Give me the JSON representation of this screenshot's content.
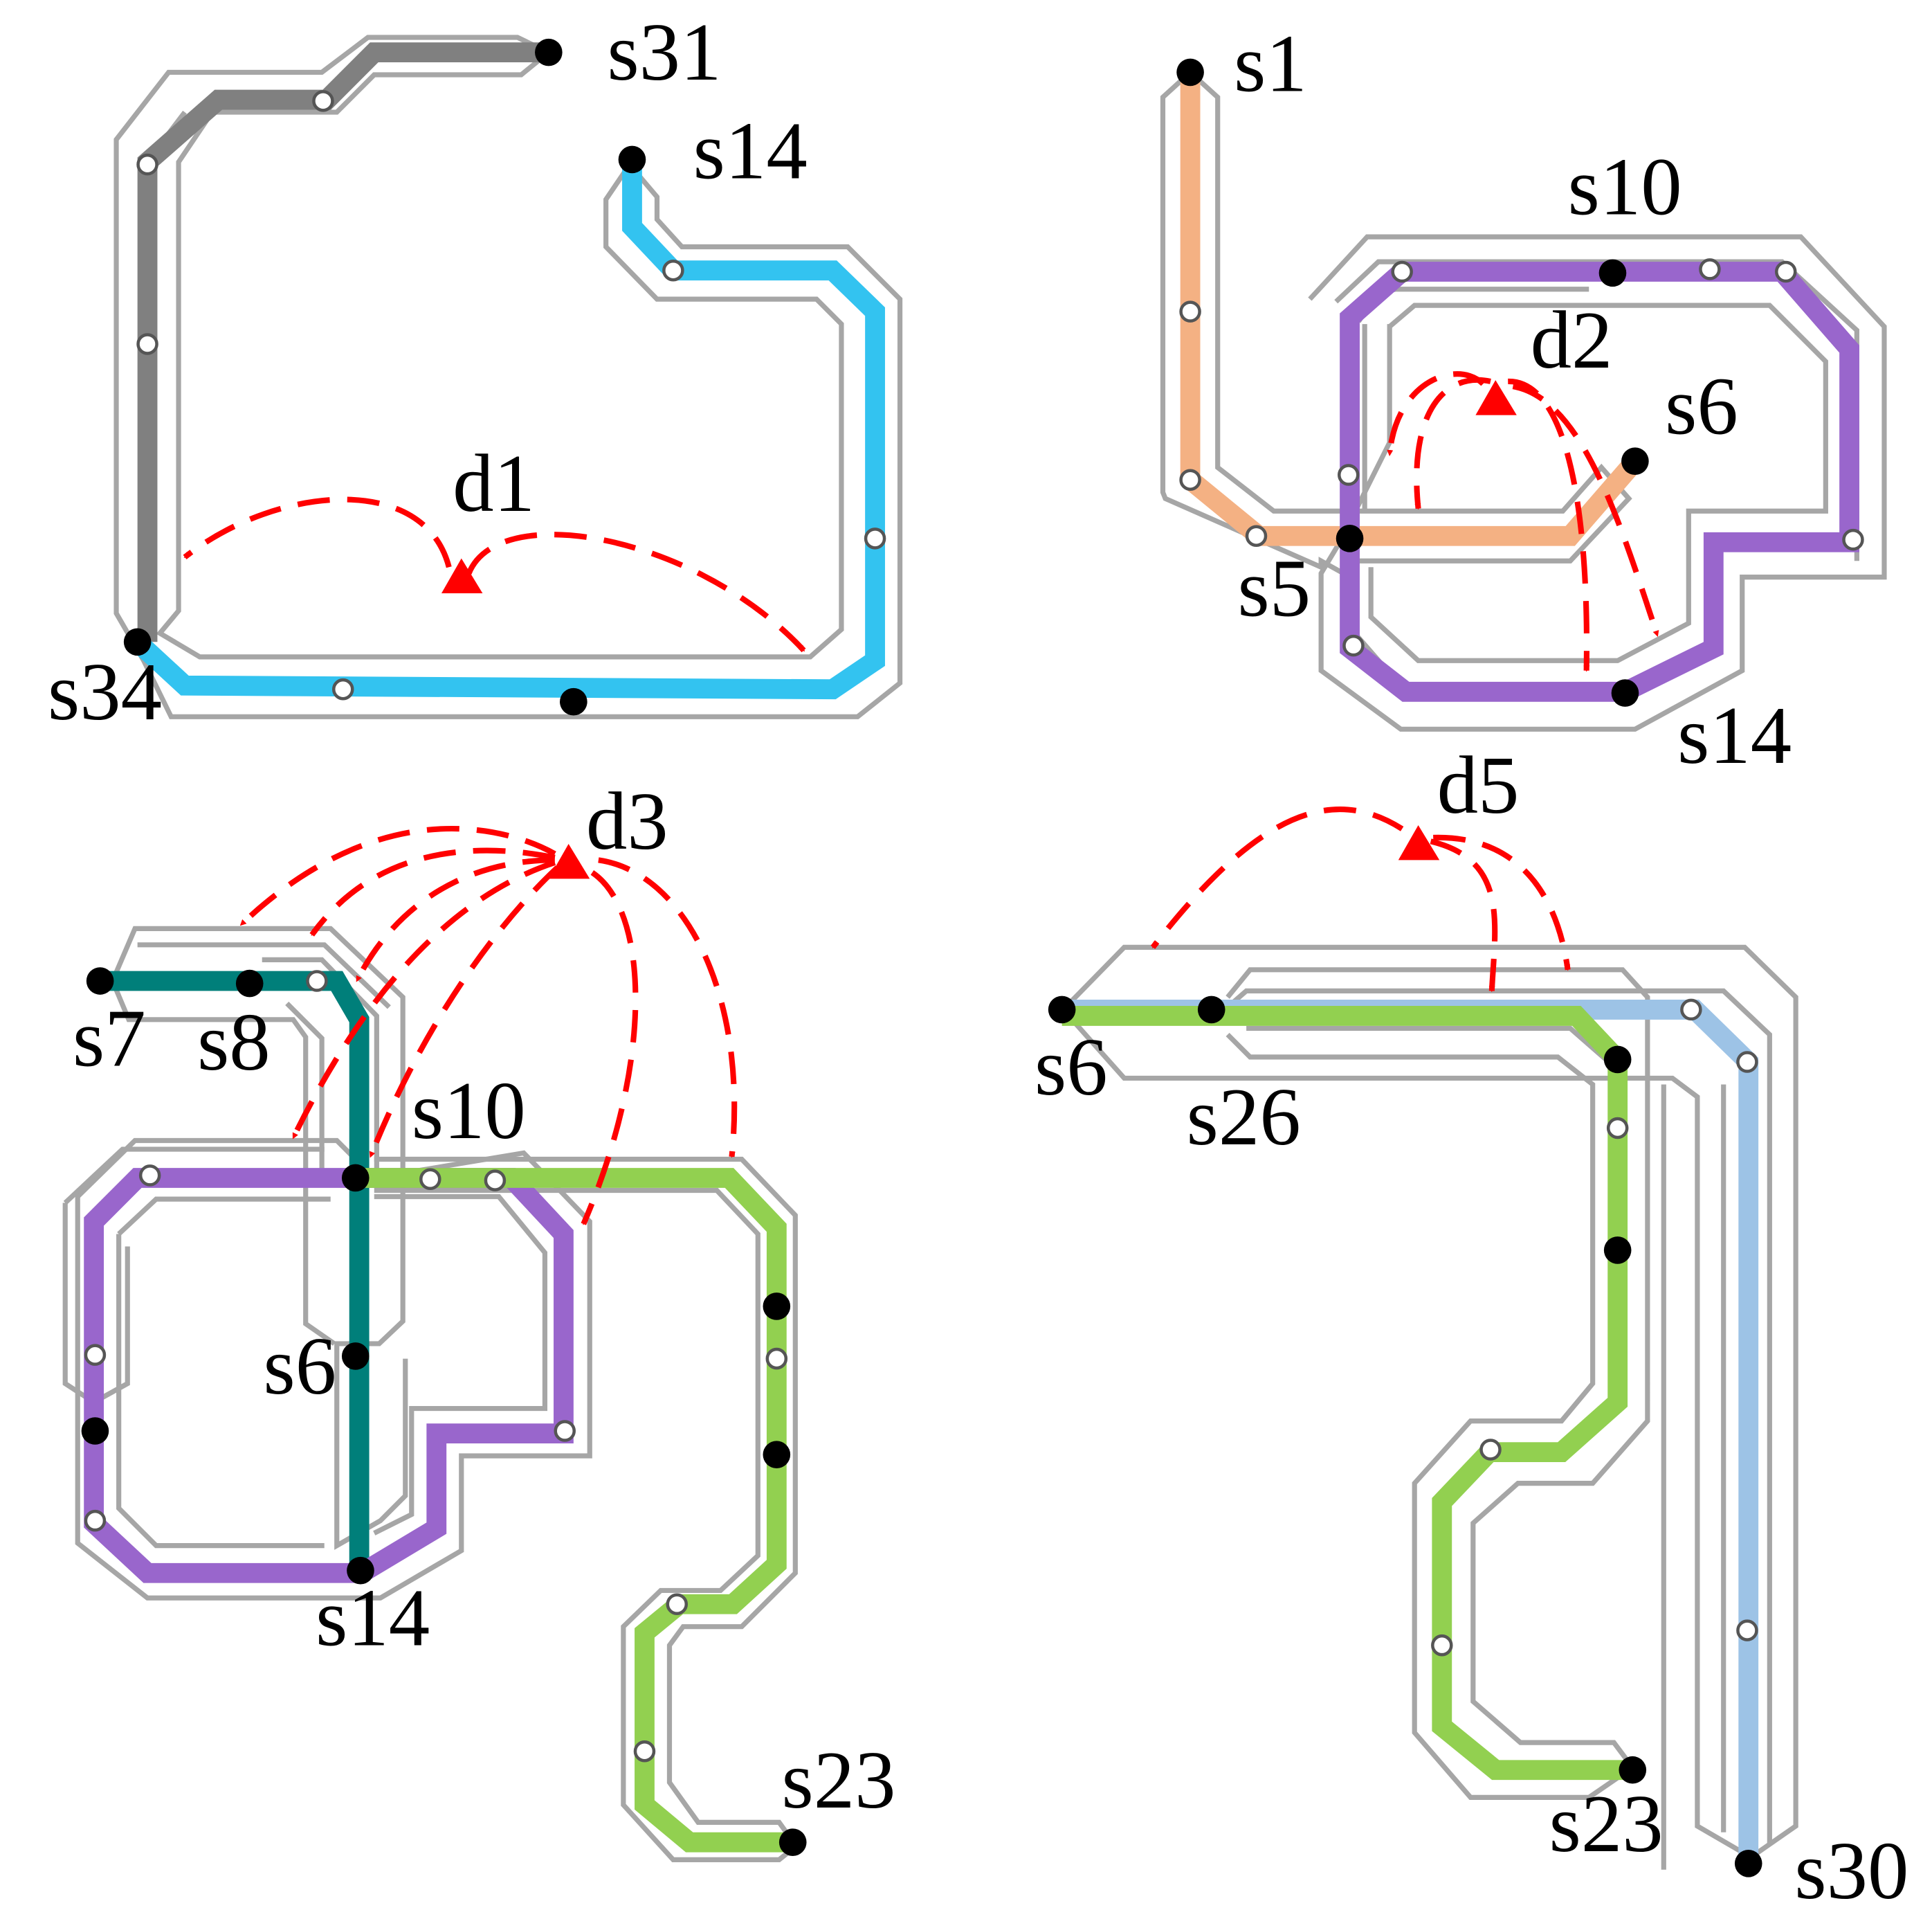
{
  "panels": [
    {
      "id": "p1",
      "depot": "d1",
      "stations": [
        "s31",
        "s14",
        "s34"
      ],
      "routes": [
        {
          "color": "#808080"
        },
        {
          "color": "#33c3f0"
        }
      ]
    },
    {
      "id": "p2",
      "depot": "d2",
      "stations": [
        "s1",
        "s10",
        "s6",
        "s5",
        "s14"
      ],
      "routes": [
        {
          "color": "#f4b183"
        },
        {
          "color": "#9966cc"
        }
      ]
    },
    {
      "id": "p3",
      "depot": "d3",
      "stations": [
        "s7",
        "s8",
        "s10",
        "s6",
        "s14",
        "s23"
      ],
      "routes": [
        {
          "color": "#007f7a"
        },
        {
          "color": "#9966cc"
        },
        {
          "color": "#92d050"
        }
      ]
    },
    {
      "id": "p4",
      "depot": "d5",
      "stations": [
        "s6",
        "s26",
        "s23",
        "s30"
      ],
      "routes": [
        {
          "color": "#9dc3e6"
        },
        {
          "color": "#92d050"
        }
      ]
    }
  ],
  "colors": {
    "corridor": "#a6a6a6",
    "arrow": "#ff0000",
    "depot": "#ff0000",
    "station": "#000000"
  }
}
